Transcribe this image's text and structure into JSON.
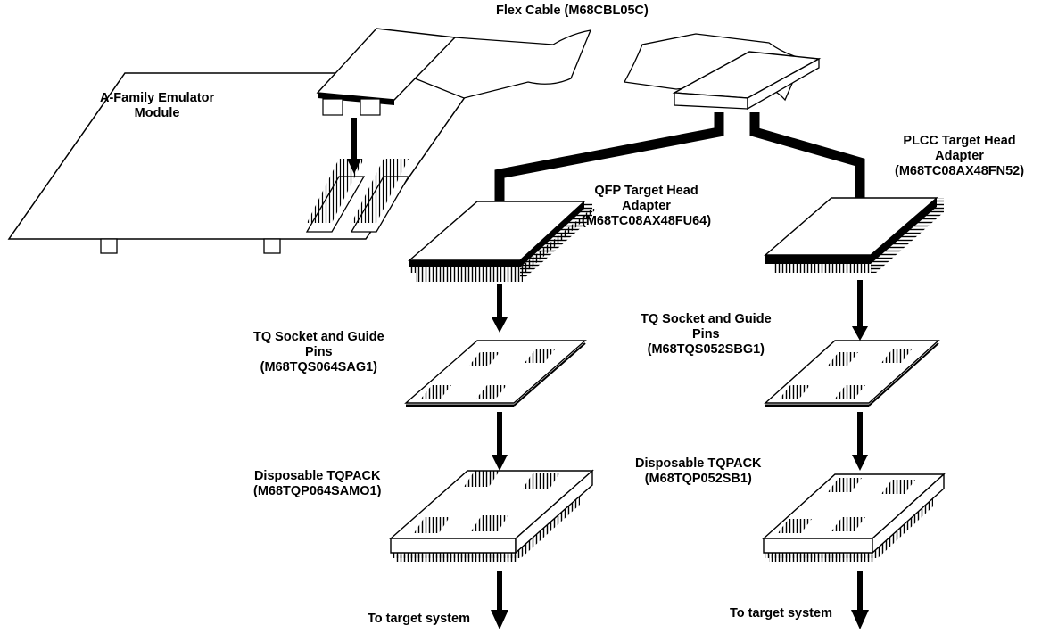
{
  "labels": {
    "flex_cable": "Flex Cable (M68CBL05C)",
    "emulator_line1": "A-Family Emulator",
    "emulator_line2": "Module",
    "plcc_line1": "PLCC Target Head",
    "plcc_line2": "Adapter",
    "plcc_part": "(M68TC08AX48FN52)",
    "qfp_line1": "QFP Target Head",
    "qfp_line2": "Adapter",
    "qfp_part": "(M68TC08AX48FU64)",
    "tq_left_line1": "TQ Socket and Guide",
    "tq_left_line2": "Pins",
    "tq_left_part": "(M68TQS064SAG1)",
    "tq_right_line1": "TQ Socket and Guide",
    "tq_right_line2": "Pins",
    "tq_right_part": "(M68TQS052SBG1)",
    "pack_left_line1": "Disposable TQPACK",
    "pack_left_part": "(M68TQP064SAMO1)",
    "pack_right_line1": "Disposable TQPACK",
    "pack_right_part": "(M68TQP052SB1)",
    "target_left": "To target system",
    "target_right": "To target system"
  }
}
